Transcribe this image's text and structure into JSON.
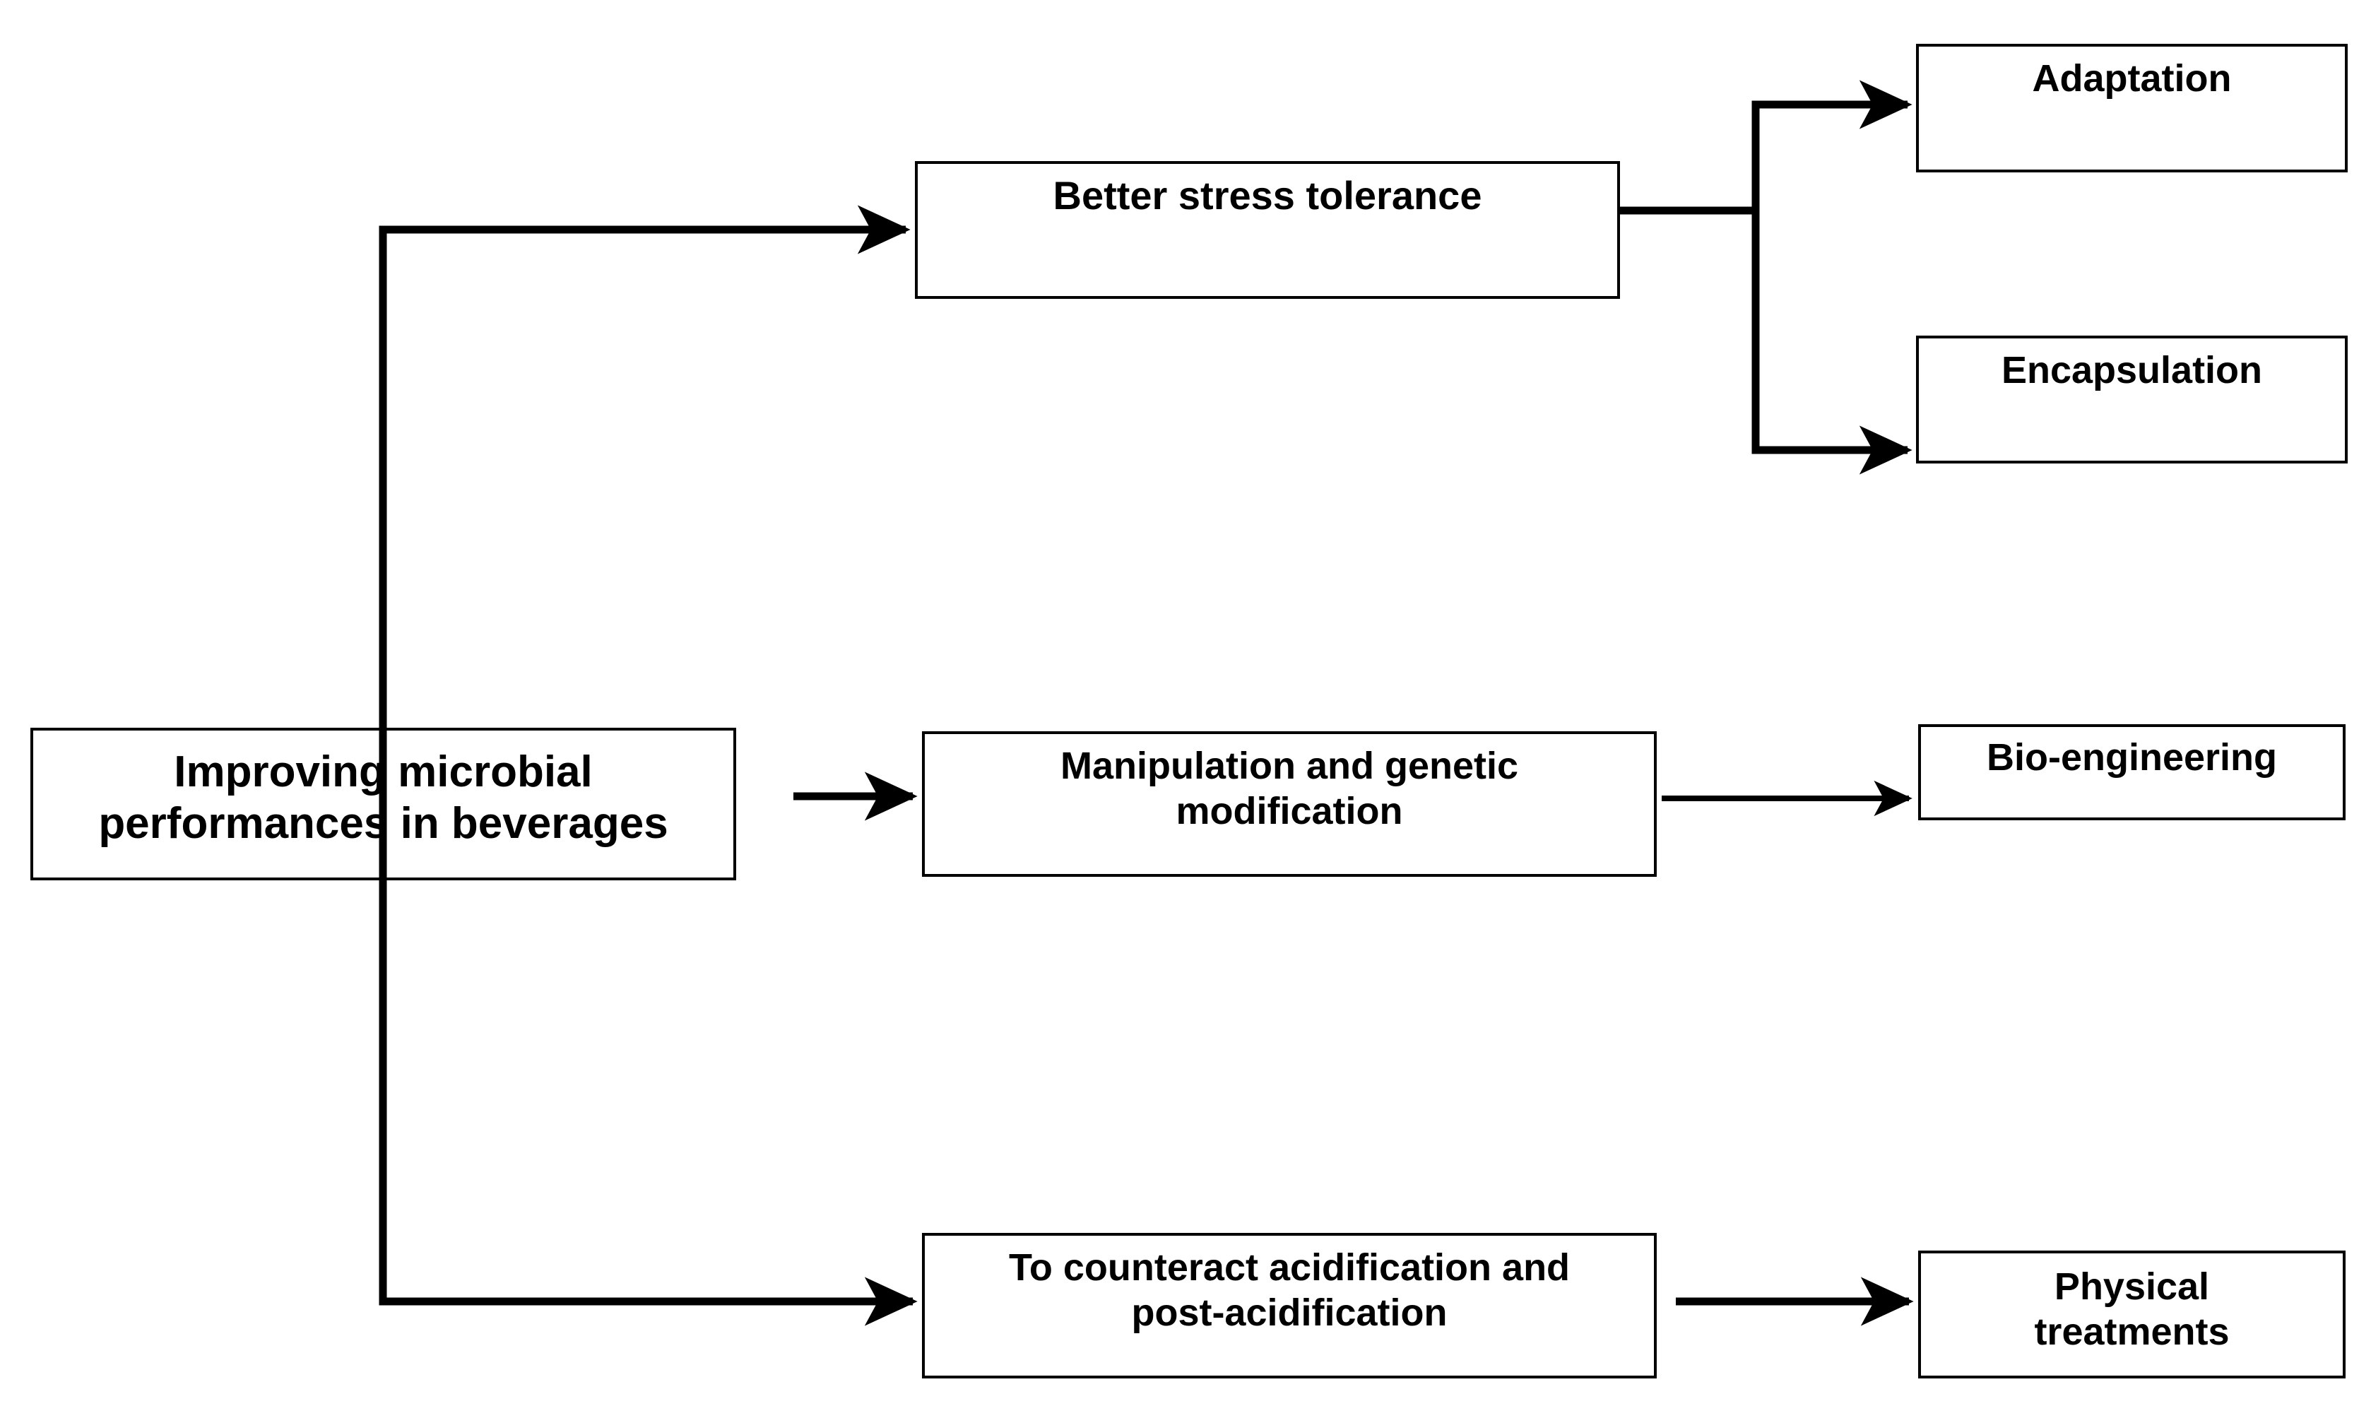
{
  "diagram": {
    "title": "Improving microbial performances in beverages",
    "type": "flowchart",
    "orientation": "left-to-right",
    "background_color": "#ffffff",
    "line_color": "#000000",
    "text_color": "#000000",
    "nodes": {
      "root": {
        "label": "Improving microbial\nperformances in beverages",
        "column": "left"
      },
      "stress": {
        "label": "Better stress tolerance",
        "column": "center"
      },
      "manipulation": {
        "label": "Manipulation and genetic\nmodification",
        "column": "center"
      },
      "acidification": {
        "label": "To counteract acidification and\npost-acidification",
        "column": "center"
      },
      "adaptation": {
        "label": "Adaptation",
        "column": "right"
      },
      "encapsulation": {
        "label": "Encapsulation",
        "column": "right"
      },
      "bioengineering": {
        "label": "Bio-engineering",
        "column": "right"
      },
      "physical": {
        "label": "Physical\ntreatments",
        "column": "right"
      }
    },
    "edges": [
      {
        "from": "root",
        "to": "stress",
        "style": "elbow-arrow"
      },
      {
        "from": "root",
        "to": "manipulation",
        "style": "straight-arrow"
      },
      {
        "from": "root",
        "to": "acidification",
        "style": "elbow-arrow"
      },
      {
        "from": "stress",
        "to": "adaptation",
        "style": "elbow-arrow"
      },
      {
        "from": "stress",
        "to": "encapsulation",
        "style": "elbow-arrow"
      },
      {
        "from": "manipulation",
        "to": "bioengineering",
        "style": "straight-arrow"
      },
      {
        "from": "acidification",
        "to": "physical",
        "style": "straight-arrow"
      }
    ]
  }
}
